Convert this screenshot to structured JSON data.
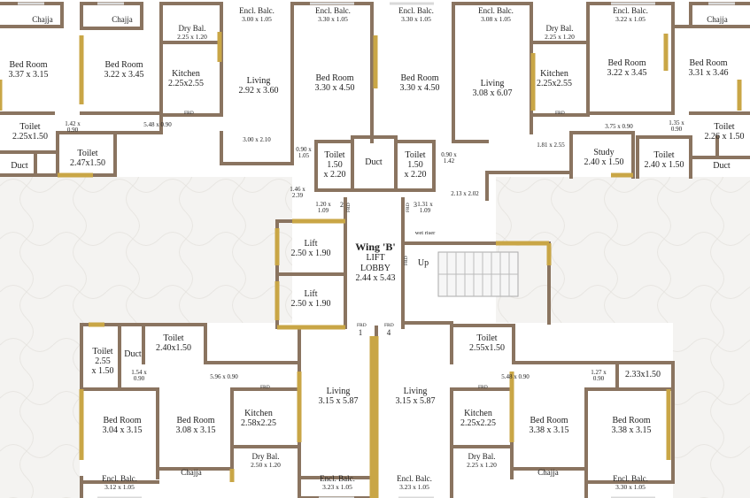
{
  "rooms": [
    {
      "id": "chajja-tl",
      "name": "Chajja",
      "dim": "",
      "cls": "sm"
    },
    {
      "id": "chajja-tl2",
      "name": "Chajja",
      "dim": "",
      "cls": "sm"
    },
    {
      "id": "bed-a",
      "name": "Bed Room",
      "dim": "3.37 x 3.15",
      "cls": ""
    },
    {
      "id": "bed-b",
      "name": "Bed Room",
      "dim": "3.22 x 3.45",
      "cls": ""
    },
    {
      "id": "drybal-a",
      "name": "Dry Bal.",
      "dim": "2.25 x 1.20",
      "cls": "sm"
    },
    {
      "id": "kitchen-a",
      "name": "Kitchen",
      "dim": "2.25x2.55",
      "cls": ""
    },
    {
      "id": "encl-a",
      "name": "Encl. Balc.",
      "dim": "3.00 x 1.05",
      "cls": "sm"
    },
    {
      "id": "living-a",
      "name": "Living",
      "dim": "2.92 x 3.60",
      "cls": ""
    },
    {
      "id": "encl-b",
      "name": "Encl. Balc.",
      "dim": "3.30 x 1.05",
      "cls": "sm"
    },
    {
      "id": "bed-c",
      "name": "Bed Room",
      "dim": "3.30 x 4.50",
      "cls": ""
    },
    {
      "id": "encl-c",
      "name": "Encl. Balc.",
      "dim": "3.30 x 1.05",
      "cls": "sm"
    },
    {
      "id": "bed-d",
      "name": "Bed Room",
      "dim": "3.30 x 4.50",
      "cls": ""
    },
    {
      "id": "encl-d",
      "name": "Encl. Balc.",
      "dim": "3.08 x 1.05",
      "cls": "sm"
    },
    {
      "id": "living-b",
      "name": "Living",
      "dim": "3.08 x 6.07",
      "cls": ""
    },
    {
      "id": "drybal-b",
      "name": "Dry Bal.",
      "dim": "2.25 x 1.20",
      "cls": "sm"
    },
    {
      "id": "kitchen-b",
      "name": "Kitchen",
      "dim": "2.25x2.55",
      "cls": ""
    },
    {
      "id": "encl-e",
      "name": "Encl. Balc.",
      "dim": "3.22 x 1.05",
      "cls": "sm"
    },
    {
      "id": "bed-e",
      "name": "Bed Room",
      "dim": "3.22 x 3.45",
      "cls": ""
    },
    {
      "id": "chajja-tr",
      "name": "Chajja",
      "dim": "",
      "cls": "sm"
    },
    {
      "id": "bed-f",
      "name": "Bed Room",
      "dim": "3.31 x 3.46",
      "cls": ""
    },
    {
      "id": "toilet-a",
      "name": "Toilet",
      "dim": "2.25x1.50",
      "cls": ""
    },
    {
      "id": "toilet-b",
      "name": "Toilet",
      "dim": "2.47x1.50",
      "cls": ""
    },
    {
      "id": "duct-a",
      "name": "Duct",
      "dim": "",
      "cls": ""
    },
    {
      "id": "toilet-c",
      "name": "Toilet",
      "dim": "1.50\nx 2.20",
      "cls": ""
    },
    {
      "id": "duct-b",
      "name": "Duct",
      "dim": "",
      "cls": ""
    },
    {
      "id": "toilet-d",
      "name": "Toilet",
      "dim": "1.50\nx 2.20",
      "cls": ""
    },
    {
      "id": "study",
      "name": "Study",
      "dim": "2.40 x 1.50",
      "cls": ""
    },
    {
      "id": "toilet-e",
      "name": "Toilet",
      "dim": "2.40 x 1.50",
      "cls": ""
    },
    {
      "id": "toilet-f",
      "name": "Toilet",
      "dim": "2.26 x 1.50",
      "cls": ""
    },
    {
      "id": "duct-c",
      "name": "Duct",
      "dim": "",
      "cls": ""
    },
    {
      "id": "lift-a",
      "name": "Lift",
      "dim": "2.50 x 1.90",
      "cls": ""
    },
    {
      "id": "lift-b",
      "name": "Lift",
      "dim": "2.50 x 1.90",
      "cls": ""
    },
    {
      "id": "toilet-g",
      "name": "Toilet",
      "dim": "2.55\nx 1.50",
      "cls": ""
    },
    {
      "id": "duct-d",
      "name": "Duct",
      "dim": "",
      "cls": ""
    },
    {
      "id": "toilet-h",
      "name": "Toilet",
      "dim": "2.40x1.50",
      "cls": ""
    },
    {
      "id": "toilet-i",
      "name": "Toilet",
      "dim": "2.55x1.50",
      "cls": ""
    },
    {
      "id": "bed-g",
      "name": "Bed Room",
      "dim": "3.04 x 3.15",
      "cls": ""
    },
    {
      "id": "bed-h",
      "name": "Bed Room",
      "dim": "3.08 x 3.15",
      "cls": ""
    },
    {
      "id": "kitchen-c",
      "name": "Kitchen",
      "dim": "2.58x2.25",
      "cls": ""
    },
    {
      "id": "drybal-c",
      "name": "Dry Bal.",
      "dim": "2.50 x 1.20",
      "cls": "sm"
    },
    {
      "id": "living-c",
      "name": "Living",
      "dim": "3.15 x 5.87",
      "cls": ""
    },
    {
      "id": "living-d",
      "name": "Living",
      "dim": "3.15 x 5.87",
      "cls": ""
    },
    {
      "id": "kitchen-d",
      "name": "Kitchen",
      "dim": "2.25x2.25",
      "cls": ""
    },
    {
      "id": "drybal-d",
      "name": "Dry Bal.",
      "dim": "2.25 x 1.20",
      "cls": "sm"
    },
    {
      "id": "bed-i",
      "name": "Bed Room",
      "dim": "3.38 x 3.15",
      "cls": ""
    },
    {
      "id": "bed-j",
      "name": "Bed Room",
      "dim": "3.38 x 3.15",
      "cls": ""
    },
    {
      "id": "room-233",
      "name": "2.33x1.50",
      "dim": "",
      "cls": ""
    },
    {
      "id": "encl-f",
      "name": "Encl. Balc.",
      "dim": "3.12 x 1.05",
      "cls": "sm"
    },
    {
      "id": "chajja-bl",
      "name": "Chajja",
      "dim": "",
      "cls": "sm"
    },
    {
      "id": "encl-g",
      "name": "Encl. Balc.",
      "dim": "3.23 x 1.05",
      "cls": "sm"
    },
    {
      "id": "encl-h",
      "name": "Encl. Balc.",
      "dim": "3.23 x 1.05",
      "cls": "sm"
    },
    {
      "id": "chajja-br",
      "name": "Chajja",
      "dim": "",
      "cls": "sm"
    },
    {
      "id": "encl-i",
      "name": "Encl. Balc.",
      "dim": "3.30 x 1.05",
      "cls": "sm"
    }
  ],
  "wing": {
    "title": "Wing 'B'",
    "lobby": "LIFT\nLOBBY",
    "lobby_dim": "2.44 x 5.43"
  },
  "passage_dims": [
    "1.42 x\n0.90",
    "5.48 x 0.90",
    "3.00 x 2.10",
    "0.90 x\n1.05",
    "0.90 x\n1.42",
    "1.46 x\n2.39",
    "1.20 x\n1.09",
    "1.31 x\n1.09",
    "2.13 x 2.02",
    "1.81 x 2.55",
    "3.75 x 0.90",
    "1.35 x\n0.90",
    "1.54 x\n0.90",
    "5.96 x 0.90",
    "5.48 x 0.90",
    "1.27 x\n0.90"
  ],
  "markers": {
    "frd": "FRD",
    "up": "Up",
    "wet_riser": "wet riser",
    "n1": "1",
    "n2": "2",
    "n3": "3",
    "n4": "4"
  }
}
